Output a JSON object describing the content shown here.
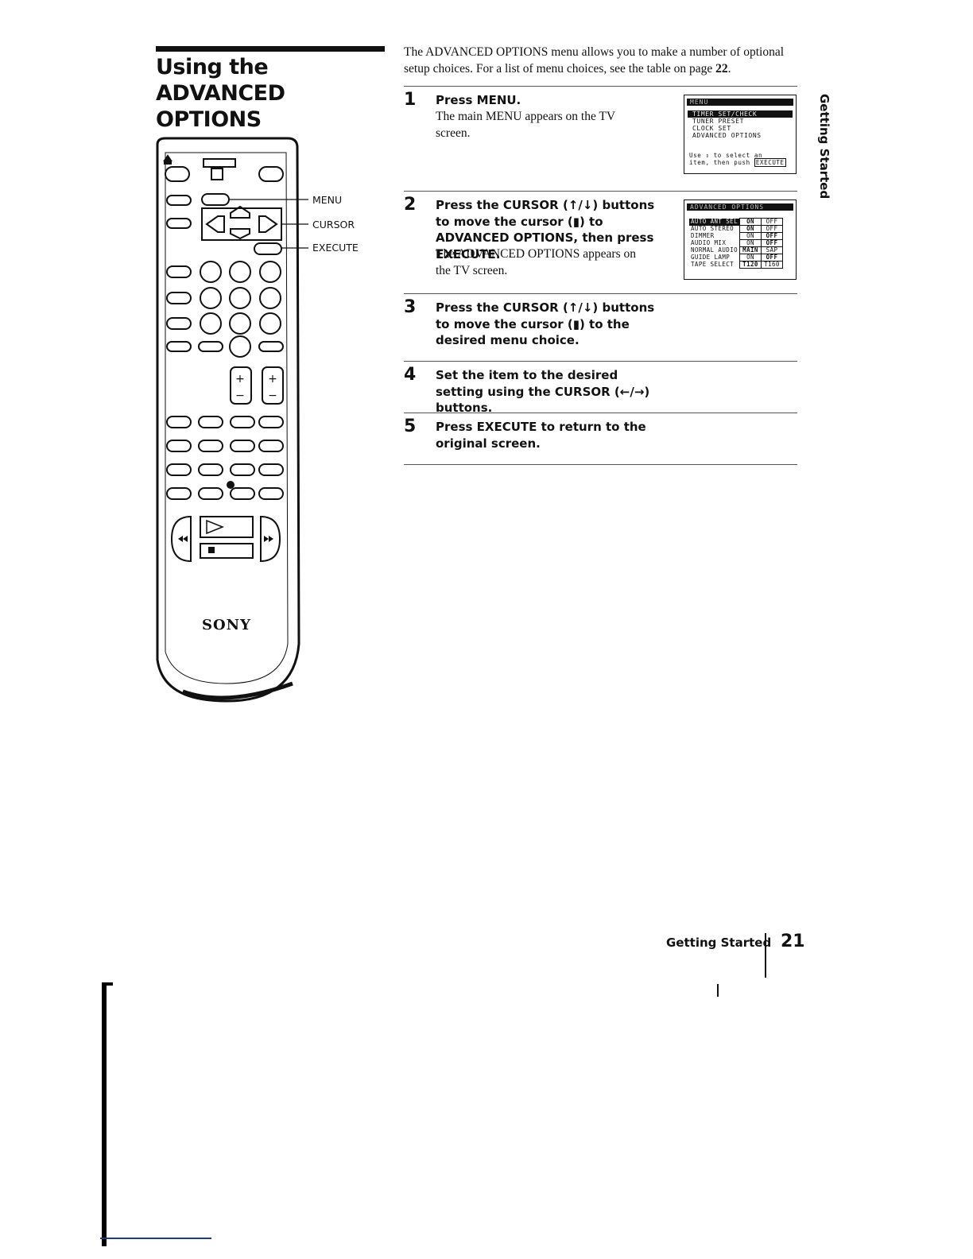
{
  "title": "Using the ADVANCED OPTIONS",
  "intro": {
    "text": "The ADVANCED OPTIONS menu allows you to make a number of optional setup choices. For a list of menu choices, see the table on page ",
    "page_ref": "22",
    "end": "."
  },
  "remote": {
    "brand": "SONY",
    "labels": [
      "MENU",
      "CURSOR",
      "EXECUTE"
    ]
  },
  "steps": [
    {
      "number": "1",
      "heading": "Press MENU.",
      "body": "The main MENU appears on the TV screen."
    },
    {
      "number": "2",
      "heading": "Press the CURSOR (↑/↓) buttons to move the cursor (▮) to ADVANCED OPTIONS, then press EXECUTE.",
      "body": "The ADVANCED OPTIONS appears on the TV screen."
    },
    {
      "number": "3",
      "heading": "Press the CURSOR (↑/↓) buttons to move the cursor (▮) to the desired menu choice.",
      "body": ""
    },
    {
      "number": "4",
      "heading": "Set the item to the desired setting using the CURSOR (←/→) buttons.",
      "body": ""
    },
    {
      "number": "5",
      "heading": "Press EXECUTE to return to the original screen.",
      "body": ""
    }
  ],
  "menu_screen": {
    "title": "MENU",
    "items": [
      "TIMER SET/CHECK",
      "TUNER PRESET",
      "CLOCK SET",
      "ADVANCED OPTIONS"
    ],
    "selected_index": 0,
    "help_line1": "Use ⇕ to select an",
    "help_line2": "item, then push",
    "help_button": "EXECUTE"
  },
  "advanced_screen": {
    "title": "ADVANCED OPTIONS",
    "rows": [
      {
        "label": "AUTO ANT SEL",
        "a": "ON",
        "b": "OFF"
      },
      {
        "label": "AUTO STEREO",
        "a": "ON",
        "b": "OFF"
      },
      {
        "label": "DIMMER",
        "a": "ON",
        "b": "OFF"
      },
      {
        "label": "AUDIO MIX",
        "a": "ON",
        "b": "OFF"
      },
      {
        "label": "NORMAL AUDIO",
        "a": "MAIN",
        "b": "SAP"
      },
      {
        "label": "GUIDE LAMP",
        "a": "ON",
        "b": "OFF"
      },
      {
        "label": "TAPE SELECT",
        "a": "T120",
        "b": "T160"
      }
    ]
  },
  "side_tab": "Getting Started",
  "footer": {
    "section": "Getting Started",
    "page": "21"
  }
}
